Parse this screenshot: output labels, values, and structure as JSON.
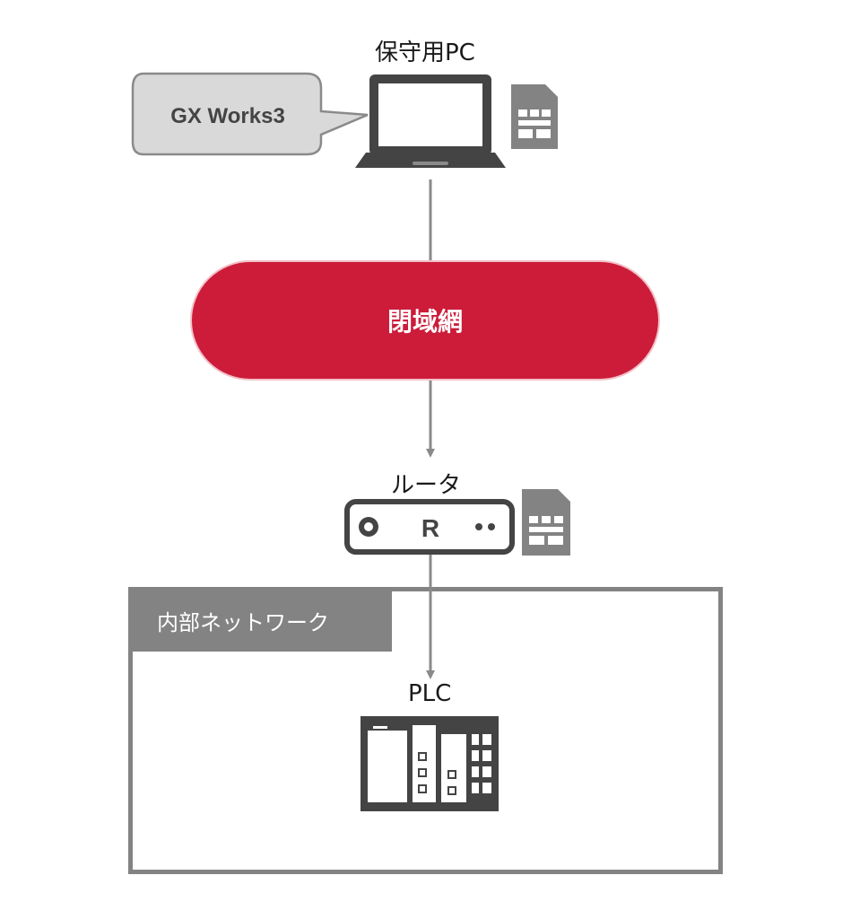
{
  "nodes": {
    "pc_label": "保守用PC",
    "software_bubble": "GX Works3",
    "closed_network": "閉域網",
    "router_label": "ルータ",
    "router_badge": "R",
    "internal_network": "内部ネットワーク",
    "plc_label": "PLC"
  },
  "colors": {
    "closed_network_fill": "#cc1c3a",
    "device_gray": "#444444",
    "frame_gray": "#838383",
    "connector_gray": "#8a8a8a",
    "bubble_fill": "#d9d9d9"
  },
  "icons": [
    "laptop-icon",
    "sim-card-icon",
    "router-icon",
    "plc-icon"
  ]
}
